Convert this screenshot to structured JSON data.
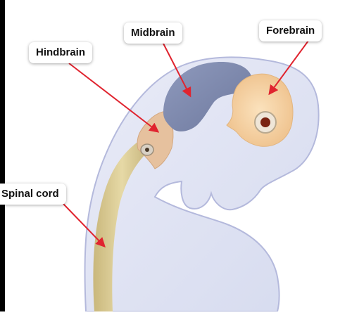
{
  "labels": {
    "midbrain": "Midbrain",
    "forebrain": "Forebrain",
    "hindbrain": "Hindbrain",
    "spinal_cord": "Spinal cord"
  },
  "colors": {
    "background_frame": "#000000",
    "embryo_body": "#dfe2f3",
    "embryo_outline": "#aab0d8",
    "midbrain": "#7b87ab",
    "forebrain": "#f3cf9f",
    "hindbrain": "#e4bd98",
    "spinal_cord": "#d9c98f",
    "arrow": "#e0242f",
    "eye": "#7a2412"
  }
}
